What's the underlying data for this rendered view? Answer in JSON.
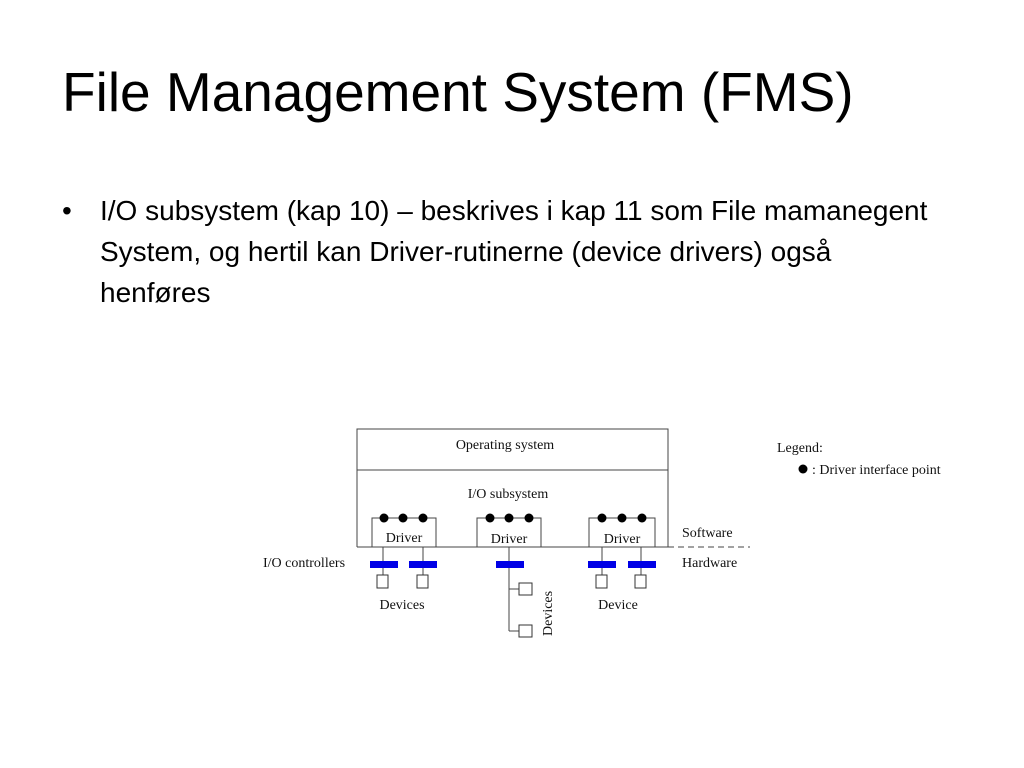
{
  "slide": {
    "title": "File Management System (FMS)",
    "bullets": [
      {
        "marker": "•",
        "text": "I/O subsystem (kap 10) – beskrives i kap 11 som File mamanegent System, og hertil kan Driver-rutinerne (device drivers) også henføres"
      }
    ]
  },
  "diagram": {
    "os_label": "Operating system",
    "io_subsystem_label": "I/O subsystem",
    "driver_labels": [
      "Driver",
      "Driver",
      "Driver"
    ],
    "software_label": "Software",
    "hardware_label": "Hardware",
    "io_controllers_label": "I/O controllers",
    "devices_label_left": "Devices",
    "devices_label_middle": "Devices",
    "device_label_right": "Device",
    "legend_title": "Legend:",
    "legend_item": ": Driver interface point",
    "colors": {
      "controller": "#0000e6",
      "line": "#444444",
      "dot": "#000000"
    }
  }
}
